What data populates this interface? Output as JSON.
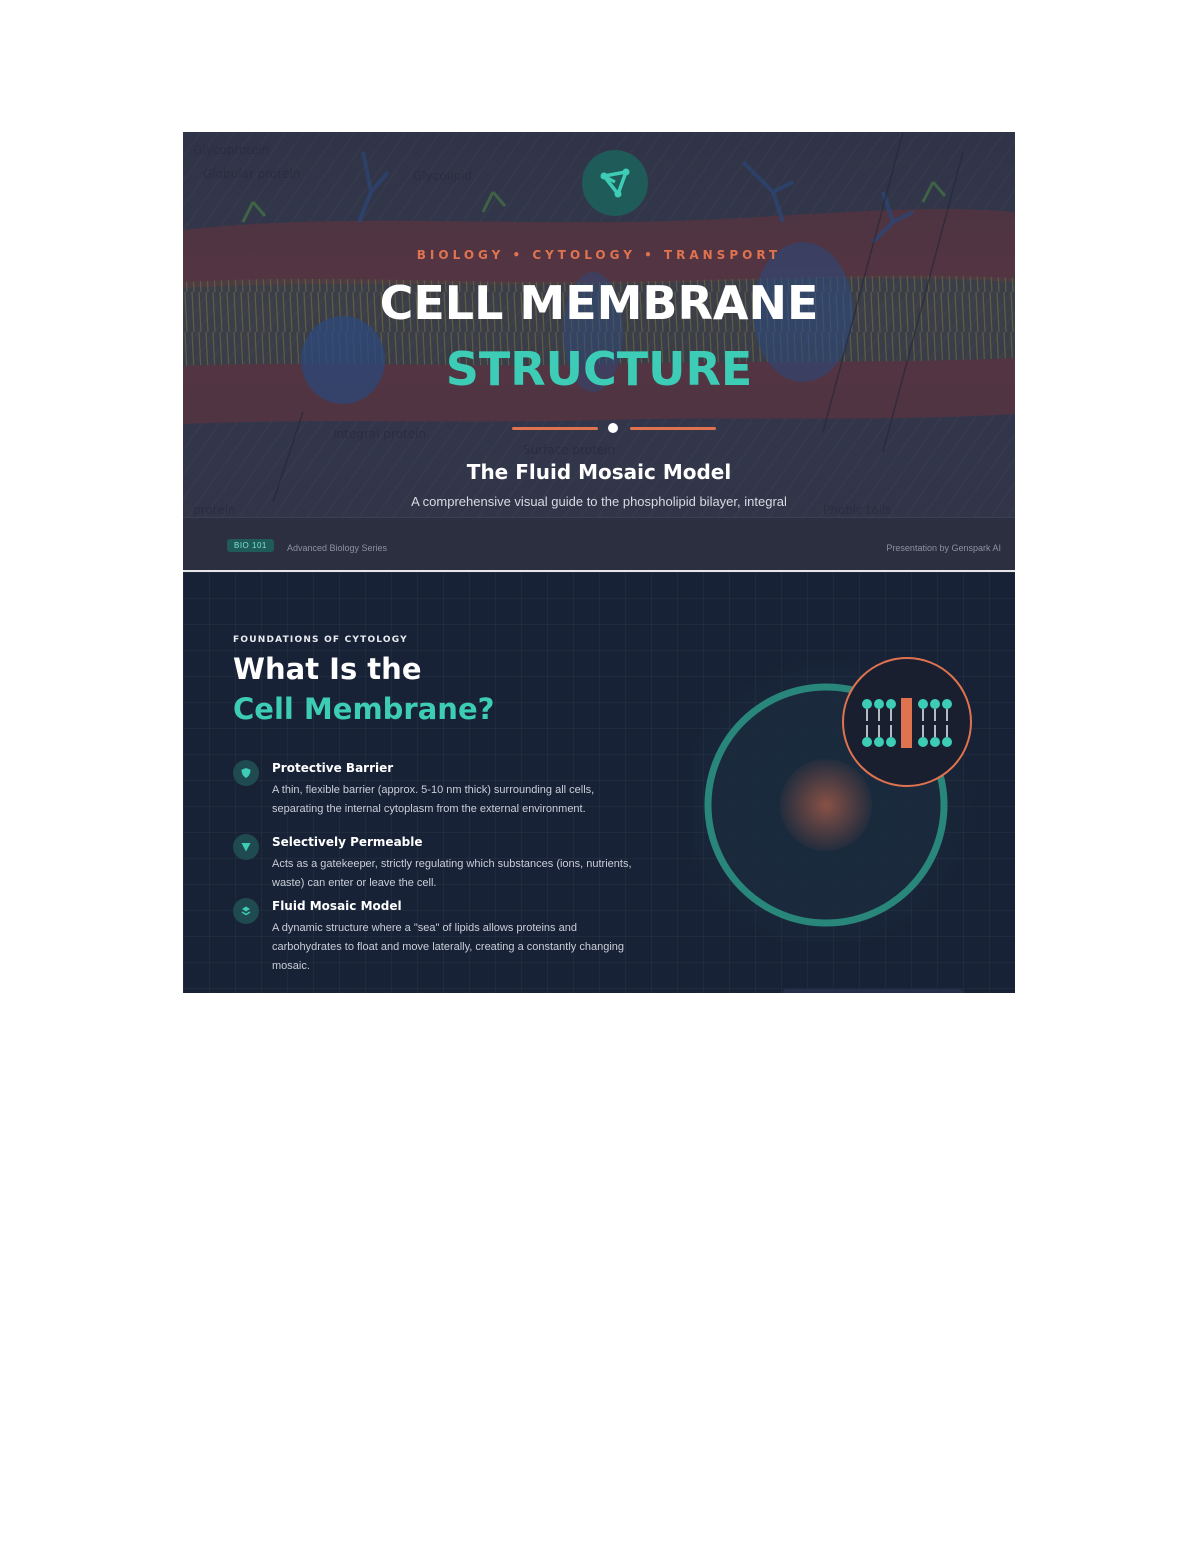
{
  "slide1": {
    "kicker": "BIOLOGY • CYTOLOGY • TRANSPORT",
    "title_line1": "CELL MEMBRANE",
    "title_line2": "STRUCTURE",
    "subtitle": "The Fluid Mosaic Model",
    "description": "A comprehensive visual guide to the phospholipid bilayer, integral",
    "footer": {
      "badge": "BIO 101",
      "series": "Advanced Biology Series",
      "credit": "Presentation by Genspark AI"
    },
    "logo_icon": "network-triangle-icon"
  },
  "slide2": {
    "eyebrow": "FOUNDATIONS OF CYTOLOGY",
    "heading_line1": "What Is the",
    "heading_line2": "Cell Membrane?",
    "features": [
      {
        "icon": "shield-icon",
        "title": "Protective Barrier",
        "text": "A thin, flexible barrier (approx. 5-10 nm thick) surrounding all cells, separating the internal cytoplasm from the external environment."
      },
      {
        "icon": "filter-icon",
        "title": "Selectively Permeable",
        "text": "Acts as a gatekeeper, strictly regulating which substances (ions, nutrients, waste) can enter or leave the cell."
      },
      {
        "icon": "layers-icon",
        "title": "Fluid Mosaic Model",
        "text": "A dynamic structure where a \"sea\" of lipids allows proteins and carbohydrates to float and move laterally, creating a constantly changing mosaic."
      }
    ]
  },
  "colors": {
    "accent_teal": "#3dcdb6",
    "accent_orange": "#e0734f",
    "slide_navy": "#182236"
  }
}
